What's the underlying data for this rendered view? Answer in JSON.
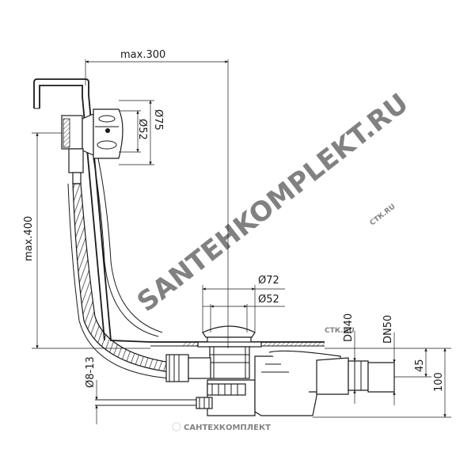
{
  "dimensions": {
    "max_width": "max.300",
    "max_height": "max.400",
    "overflow_outer_dia": "Ø75",
    "overflow_inner_dia": "Ø52",
    "plug_outer_dia": "Ø72",
    "plug_inner_dia": "Ø52",
    "hose_dia": "Ø8-13",
    "outlet_dn40": "DN40",
    "outlet_dn50": "DN50",
    "outlet_offset": "45",
    "overall_depth": "100"
  },
  "watermark": {
    "main": "SANTEHKOMPLEKT.RU",
    "logo": "САНТЕХКОМПЛЕКТ",
    "small_site": "СТК.RU"
  },
  "colors": {
    "ink": "#1a1a1a",
    "watermark": "#d6d6d6"
  }
}
